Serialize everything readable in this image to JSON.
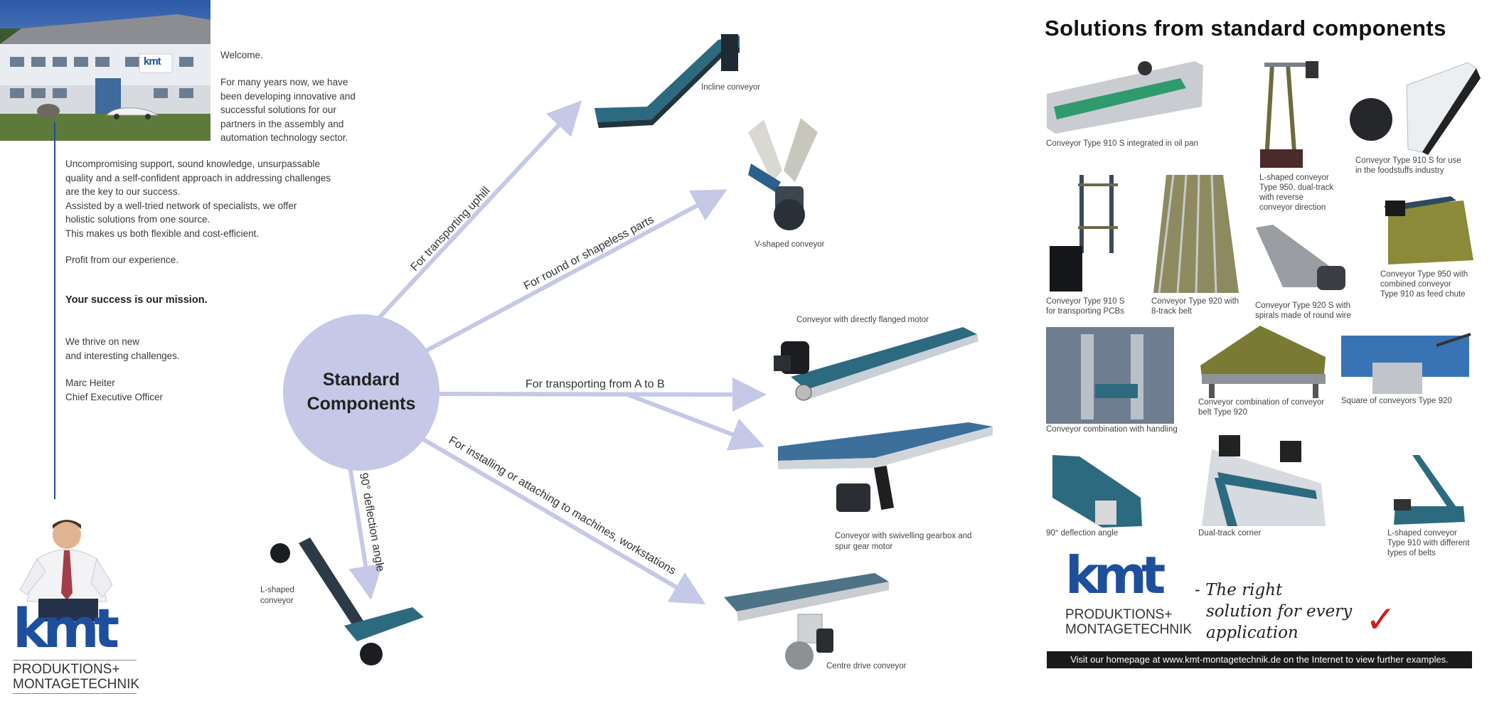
{
  "left": {
    "welcome": "Welcome.",
    "intro": [
      "For many years now, we have",
      "been developing innovative and",
      "successful solutions for our",
      "partners in the assembly and",
      "automation technology sector."
    ],
    "body": [
      "Uncompromising support, sound knowledge, unsurpassable",
      "quality and a self-confident approach in addressing challenges",
      "are the key to our success.",
      "Assisted by a well-tried network of specialists, we offer",
      "holistic solutions from one source.",
      "This makes us both flexible and cost-efficient."
    ],
    "profit": "Profit from our experience.",
    "mission": "Your success is our mission.",
    "thrive": [
      "We thrive on new",
      "and interesting challenges."
    ],
    "signature": [
      "Marc Heiter",
      "Chief Executive Officer"
    ],
    "building_sign": "kmt",
    "logo": {
      "mark": "kmt",
      "line1": "PRODUKTIONS+",
      "line2": "MONTAGETECHNIK"
    }
  },
  "diagram": {
    "center": [
      "Standard",
      "Components"
    ],
    "arrows": [
      "For transporting uphill",
      "For round or shapeless parts",
      "For transporting from A to B",
      "For installing or attaching to machines, workstations",
      "90° deflection angle"
    ],
    "captions": {
      "incline": "Incline conveyor",
      "vshaped": "V-shaped conveyor",
      "flanged": "Conveyor with directly flanged motor",
      "swivel": [
        "Conveyor with swivelling gearbox and",
        "spur gear motor"
      ],
      "centre": "Centre drive conveyor",
      "lshaped": [
        "L-shaped",
        "conveyor"
      ]
    }
  },
  "right": {
    "title": "Solutions from standard components",
    "captions": {
      "c1": [
        "Conveyor Type 910 S integrated in oil pan"
      ],
      "c2": [
        "L-shaped conveyor",
        "Type 950, dual-track",
        "with reverse",
        "conveyor direction"
      ],
      "c3": [
        "Conveyor Type 910 S for use",
        "in the foodstuffs industry"
      ],
      "c4": [
        "Conveyor Type 910 S",
        "for transporting PCBs"
      ],
      "c5": [
        "Conveyor Type 920 with",
        "8-track belt"
      ],
      "c6": [
        "Conveyor Type 920 S with",
        "spirals made of round wire"
      ],
      "c7": [
        "Conveyor Type 950 with",
        "combined conveyor",
        "Type 910 as feed chute"
      ],
      "c8": [
        "Conveyor combination with handling"
      ],
      "c9": [
        "Conveyor combination of conveyor",
        "belt Type 920"
      ],
      "c10": [
        "Square of conveyors Type 920"
      ],
      "c11": [
        "90° deflection angle"
      ],
      "c12": [
        "Dual-track corner"
      ],
      "c13": [
        "L-shaped conveyor",
        "Type 910 with different",
        "types of belts"
      ]
    },
    "logo": {
      "mark": "kmt",
      "line1": "PRODUKTIONS+",
      "line2": "MONTAGETECHNIK"
    },
    "slogan": [
      "- The right",
      "solution for every",
      "application"
    ],
    "check": "✓",
    "footer": "Visit our homepage at www.kmt-montagetechnik.de on the Internet to view further examples."
  },
  "colors": {
    "brand_blue": "#1e4f9c",
    "diagram_lavender": "#c5c8e6",
    "belt_teal": "#2c6a80",
    "check_red": "#d01c1c",
    "footer_bar": "#1a1a1a"
  }
}
